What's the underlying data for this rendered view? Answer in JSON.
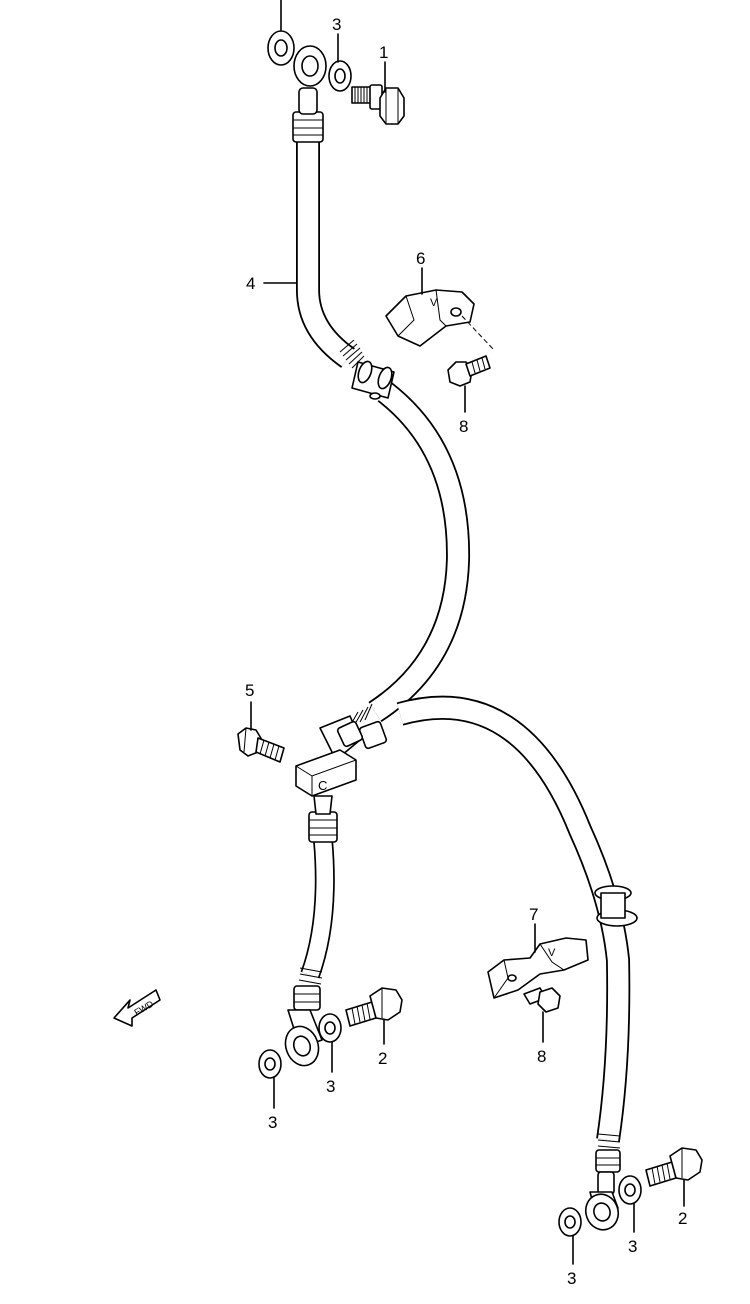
{
  "diagram": {
    "callouts": {
      "label_1": "1",
      "label_2_lower_left": "2",
      "label_2_lower_right": "2",
      "label_3_top": "3",
      "label_3_lower_left_a": "3",
      "label_3_lower_left_b": "3",
      "label_3_lower_right_a": "3",
      "label_3_lower_right_b": "3",
      "label_4": "4",
      "label_5": "5",
      "label_6": "6",
      "label_7": "7",
      "label_8_upper": "8",
      "label_8_lower": "8"
    },
    "fwd_arrow_text": "FWD",
    "joint_marker": "C",
    "bracket_marker": "V"
  }
}
